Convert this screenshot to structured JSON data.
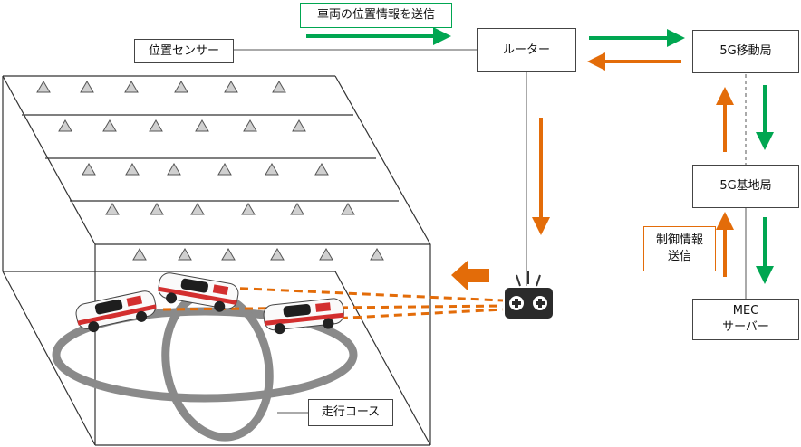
{
  "labels": {
    "transmit_vehicle_position": "車両の位置情報を送信",
    "position_sensor": "位置センサー",
    "router": "ルーター",
    "mobile_station_5g": "5G移動局",
    "base_station_5g": "5G基地局",
    "control_info_send": "制御情報\n送信",
    "mec_server": "MEC\nサーバー",
    "driving_course": "走行コース"
  },
  "colors": {
    "green": "#00a651",
    "orange": "#e36c09",
    "line": "#444444",
    "sensor_fill": "#d0d0d0",
    "track": "#8a8a8a",
    "controller": "#2b2b2b"
  },
  "icons": [
    "triangle-sensor-icon",
    "game-controller-icon",
    "race-car-icon",
    "left-arrow-icon"
  ]
}
